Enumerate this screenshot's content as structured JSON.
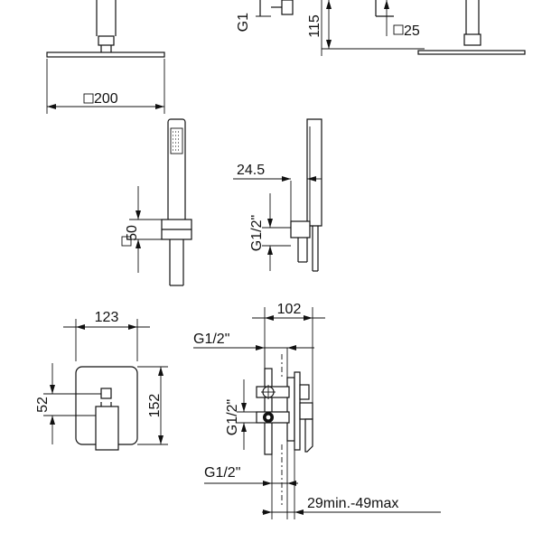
{
  "dimensions": {
    "thread_top": "G1",
    "height_115": "115",
    "square_25": "25",
    "square_200": "200",
    "offset_24_5": "24.5",
    "thread_g12_hand": "G1/2\"",
    "square_50": "50",
    "width_123": "123",
    "height_52": "52",
    "height_152": "152",
    "depth_102": "102",
    "thread_g12_top": "G1/2\"",
    "thread_g12_side": "G1/2\"",
    "thread_g12_bottom": "G1/2\"",
    "install_depth": "29min.-49max"
  }
}
